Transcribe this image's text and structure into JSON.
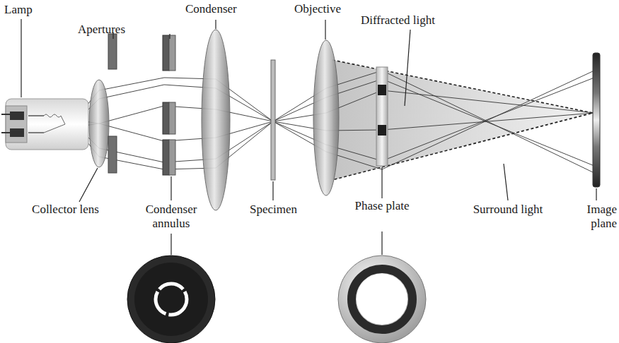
{
  "diagram": {
    "labels": [
      "Lamp",
      "Apertures",
      "Condenser",
      "Objective",
      "Diffracted light",
      "Collector lens",
      "Condenser annulus",
      "Specimen",
      "Phase plate",
      "Surround light",
      "Image plane"
    ]
  }
}
